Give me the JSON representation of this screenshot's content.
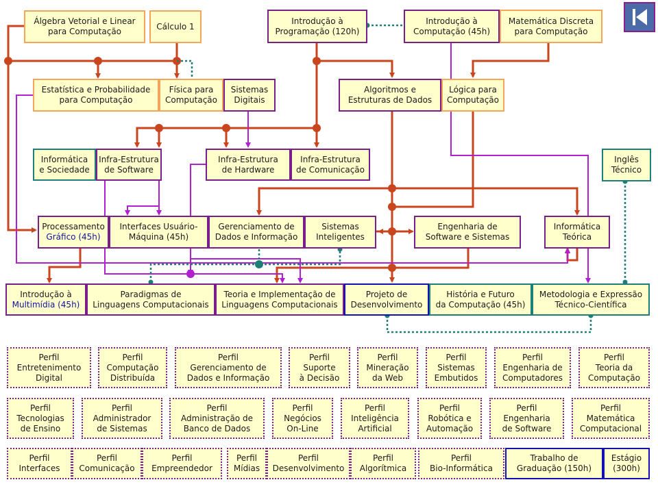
{
  "colors": {
    "orange_wire": "#c8451e",
    "purple_wire": "#b020d0",
    "teal_wire": "#1e7f78",
    "box_fill": "#ffffcc",
    "back_button": "#4a6aa8"
  },
  "nav": {
    "back_icon": "skip-back-icon"
  },
  "courses": {
    "algebra": [
      "Álgebra Vetorial e Linear",
      "para Computação"
    ],
    "calculo": [
      "Cálculo 1"
    ],
    "intro_prog": [
      "Introdução à",
      "Programação (120h)"
    ],
    "intro_comp": [
      "Introdução à",
      "Computação (45h)"
    ],
    "mat_discreta": [
      "Matemática Discreta",
      "para Computação"
    ],
    "estatistica": [
      "Estatística e Probabilidade",
      "para Computação"
    ],
    "fisica": [
      "Física para",
      "Computação"
    ],
    "sistemas_digitais": [
      "Sistemas",
      "Digitais"
    ],
    "algoritmos": [
      "Algoritmos e",
      "Estruturas de Dados"
    ],
    "logica": [
      "Lógica para",
      "Computação"
    ],
    "info_sociedade": [
      "Informática",
      "e Sociedade"
    ],
    "infra_software": [
      "Infra-Estrutura",
      "de Software"
    ],
    "infra_hardware": [
      "Infra-Estrutura",
      "de Hardware"
    ],
    "infra_comunicacao": [
      "Infra-Estrutura",
      "de Comunicação"
    ],
    "ingles": [
      "Inglês",
      "Técnico"
    ],
    "proc_grafico": [
      "Processamento",
      "Gráfico (45h)"
    ],
    "interfaces": [
      "Interfaces Usuário-",
      "Máquina (45h)"
    ],
    "gerenciamento": [
      "Gerenciamento de",
      "Dados e Informação"
    ],
    "sistemas_inteligentes": [
      "Sistemas",
      "Inteligentes"
    ],
    "engenharia": [
      "Engenharia de",
      "Software e Sistemas"
    ],
    "info_teorica": [
      "Informática",
      "Teórica"
    ],
    "multimidia": [
      "Introdução à",
      "Multimídia (45h)"
    ],
    "paradigmas": [
      "Paradigmas de",
      "Linguagens Computacionais"
    ],
    "teoria_impl": [
      "Teoria e Implementação de",
      "Linguagens Computacionais"
    ],
    "projeto": [
      "Projeto de",
      "Desenvolvimento"
    ],
    "historia": [
      "História e Futuro",
      "da Computação (45h)"
    ],
    "metodologia": [
      "Metodologia e Expressão",
      "Técnico-Científica"
    ]
  },
  "profiles": {
    "entretenimento": [
      "Perfil",
      "Entretenimento",
      "Digital"
    ],
    "comp_distribuida": [
      "Perfil",
      "Computação",
      "Distribuída"
    ],
    "gerenciamento": [
      "Perfil",
      "Gerenciamento de",
      "Dados  e Informação"
    ],
    "suporte": [
      "Perfil",
      "Suporte",
      "à Decisão"
    ],
    "mineracao": [
      "Perfil",
      "Mineração",
      "da Web"
    ],
    "embutidos": [
      "Perfil",
      "Sistemas",
      "Embutidos"
    ],
    "eng_computadores": [
      "Perfil",
      "Engenharia de",
      "Computadores"
    ],
    "teoria": [
      "Perfil",
      "Teoria da",
      "Computação"
    ],
    "tec_ensino": [
      "Perfil",
      "Tecnologias",
      "de Ensino"
    ],
    "admin_sistemas": [
      "Perfil",
      "Administrador",
      "de Sistemas"
    ],
    "admin_bd": [
      "Perfil",
      "Administração de",
      "Banco de Dados"
    ],
    "negocios": [
      "Perfil",
      "Negócios",
      "On-Line"
    ],
    "ia": [
      "Perfil",
      "Inteligência",
      "Artificial"
    ],
    "robotica": [
      "Perfil",
      "Robótica e",
      "Automação"
    ],
    "eng_software": [
      "Perfil",
      "Engenharia",
      "de  Software"
    ],
    "mat_computacional": [
      "Perfil",
      "Matemática",
      "Computacional"
    ],
    "interfaces": [
      "Perfil",
      "Interfaces"
    ],
    "comunicacao": [
      "Perfil",
      "Comunicação"
    ],
    "empreendedor": [
      "Perfil",
      "Empreendedor"
    ],
    "midias": [
      "Perfil",
      "Mídias"
    ],
    "desenvolvimento": [
      "Perfil",
      "Desenvolvimento"
    ],
    "algoritmica": [
      "Perfil",
      "Algorítmica"
    ],
    "bioinformatica": [
      "Perfil",
      "Bio-Informática"
    ],
    "tg": [
      "Trabalho de",
      "Graduação  (150h)"
    ],
    "estagio": [
      "Estágio",
      "(300h)"
    ]
  }
}
